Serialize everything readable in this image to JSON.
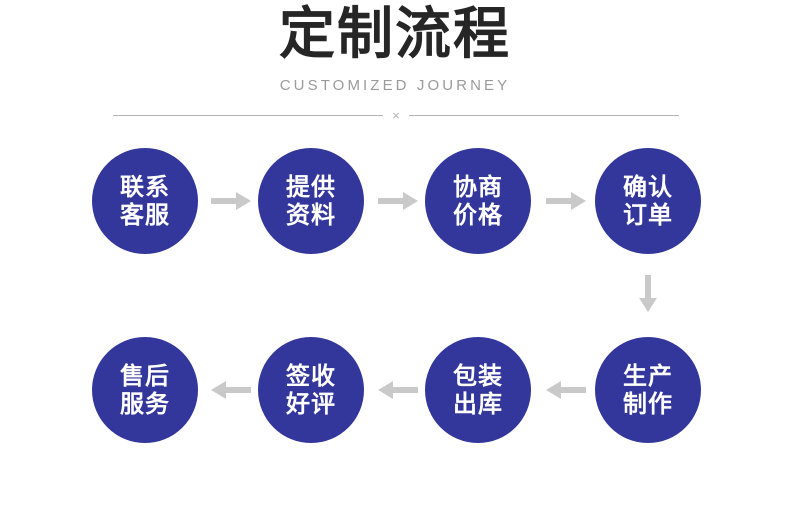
{
  "header": {
    "title": "定制流程",
    "subtitle": "CUSTOMIZED JOURNEY",
    "divider_mark": "×"
  },
  "colors": {
    "node_fill": "#33369b",
    "node_text": "#ffffff",
    "arrow": "#c9c9c9",
    "title_text": "#262626",
    "subtitle_text": "#9a9a9a",
    "divider_line": "#b4b4b4",
    "background": "#ffffff"
  },
  "flow": {
    "direction_row1": "left-to-right",
    "direction_row2": "right-to-left",
    "steps": [
      {
        "index": 1,
        "line1": "联系",
        "line2": "客服",
        "row": 1
      },
      {
        "index": 2,
        "line1": "提供",
        "line2": "资料",
        "row": 1
      },
      {
        "index": 3,
        "line1": "协商",
        "line2": "价格",
        "row": 1
      },
      {
        "index": 4,
        "line1": "确认",
        "line2": "订单",
        "row": 1
      },
      {
        "index": 5,
        "line1": "生产",
        "line2": "制作",
        "row": 2
      },
      {
        "index": 6,
        "line1": "包装",
        "line2": "出库",
        "row": 2
      },
      {
        "index": 7,
        "line1": "签收",
        "line2": "好评",
        "row": 2
      },
      {
        "index": 8,
        "line1": "售后",
        "line2": "服务",
        "row": 2
      }
    ],
    "connectors": [
      {
        "name": "arrow-step1-to-step2",
        "direction": "right"
      },
      {
        "name": "arrow-step2-to-step3",
        "direction": "right"
      },
      {
        "name": "arrow-step3-to-step4",
        "direction": "right"
      },
      {
        "name": "arrow-step4-to-step5",
        "direction": "down"
      },
      {
        "name": "arrow-step5-to-step6",
        "direction": "left"
      },
      {
        "name": "arrow-step6-to-step7",
        "direction": "left"
      },
      {
        "name": "arrow-step7-to-step8",
        "direction": "left"
      }
    ]
  }
}
